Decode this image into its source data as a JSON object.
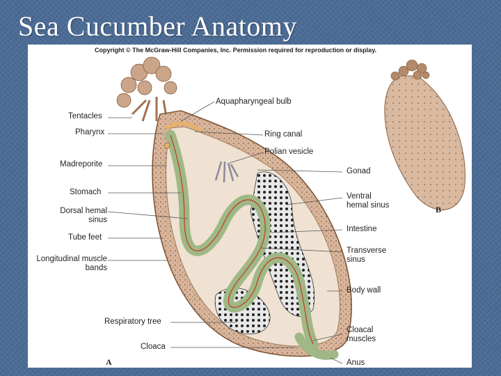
{
  "slide": {
    "title": "Sea Cucumber Anatomy"
  },
  "figure": {
    "copyright": "Copyright © The McGraw-Hill Companies, Inc. Permission required for reproduction or display.",
    "panel_a": "A",
    "panel_b": "B",
    "labels": {
      "aquapharyngeal_bulb": "Aquapharyngeal bulb",
      "tentacles": "Tentacles",
      "pharynx": "Pharynx",
      "ring_canal": "Ring canal",
      "polian_vesicle": "Polian vesicle",
      "madreporite": "Madreporite",
      "gonad": "Gonad",
      "stomach": "Stomach",
      "ventral_hemal_sinus": "Ventral\nhemal sinus",
      "dorsal_hemal_sinus": "Dorsal hemal\nsinus",
      "intestine": "Intestine",
      "tube_feet": "Tube feet",
      "transverse_sinus": "Transverse\nsinus",
      "longitudinal_muscle_bands": "Longitudinal muscle\nbands",
      "body_wall": "Body wall",
      "respiratory_tree": "Respiratory tree",
      "cloacal_muscles": "Cloacal\nmuscles",
      "cloaca": "Cloaca",
      "anus": "Anus"
    }
  }
}
